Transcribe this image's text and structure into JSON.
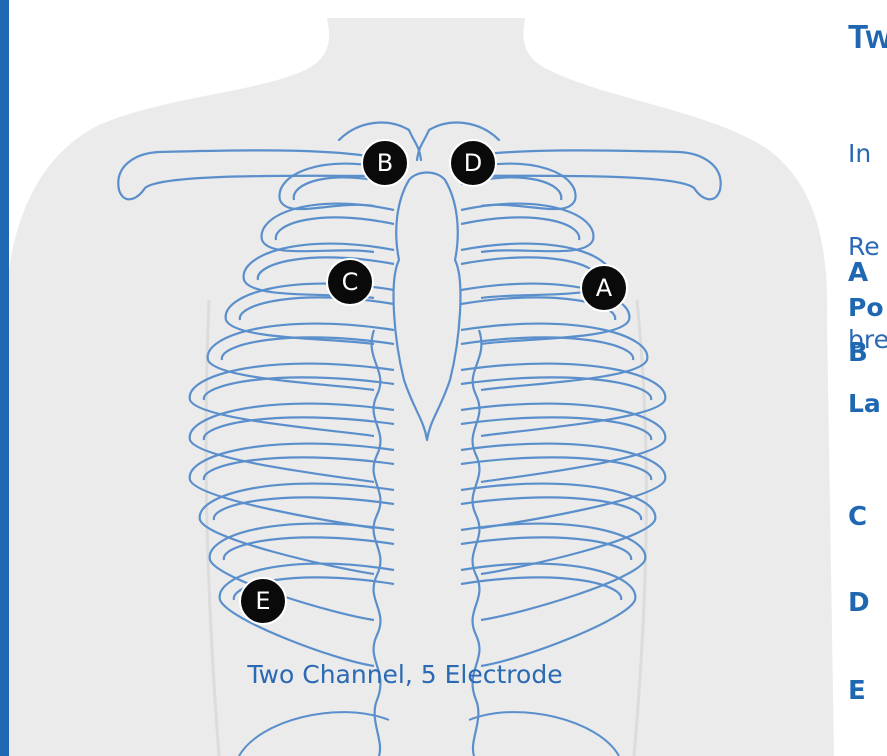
{
  "title": "Tw",
  "intro_lines": [
    "In",
    "Re",
    "bre"
  ],
  "placement_heading_lines": [
    "Po",
    "La"
  ],
  "caption": "Two Channel, 5 Electrode",
  "electrodes": [
    {
      "label": "A"
    },
    {
      "label": "B"
    },
    {
      "label": "C"
    },
    {
      "label": "D"
    },
    {
      "label": "E"
    }
  ],
  "legend_letters": [
    "A",
    "B",
    "C",
    "D",
    "E"
  ],
  "colors": {
    "brand_blue": "#1f67b1",
    "outline_blue": "#5a8fcb",
    "body_fill": "#ececec",
    "electrode": "#0a0a0a"
  }
}
